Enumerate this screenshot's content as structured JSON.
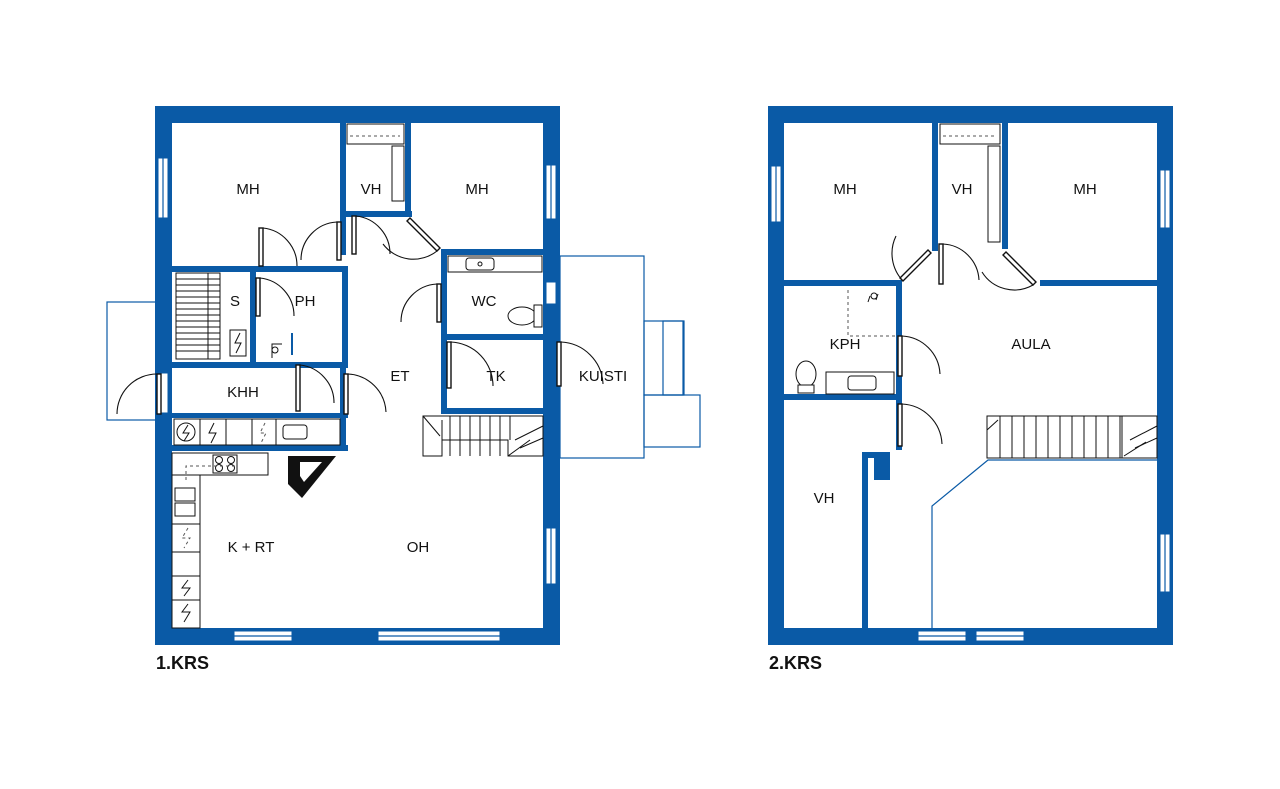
{
  "floors": [
    {
      "label": "1.KRS",
      "rooms": {
        "mh_left": "MH",
        "vh": "VH",
        "mh_right": "MH",
        "s": "S",
        "ph": "PH",
        "wc": "WC",
        "khh": "KHH",
        "et": "ET",
        "tk": "TK",
        "kuisti": "KUISTI",
        "k_rt": "K + RT",
        "oh": "OH"
      }
    },
    {
      "label": "2.KRS",
      "rooms": {
        "mh_left": "MH",
        "vh_top": "VH",
        "mh_right": "MH",
        "kph": "KPH",
        "aula": "AULA",
        "vh_bottom": "VH"
      }
    }
  ],
  "colors": {
    "wall": "#0a5aa6",
    "line": "#111111",
    "background": "#ffffff"
  }
}
